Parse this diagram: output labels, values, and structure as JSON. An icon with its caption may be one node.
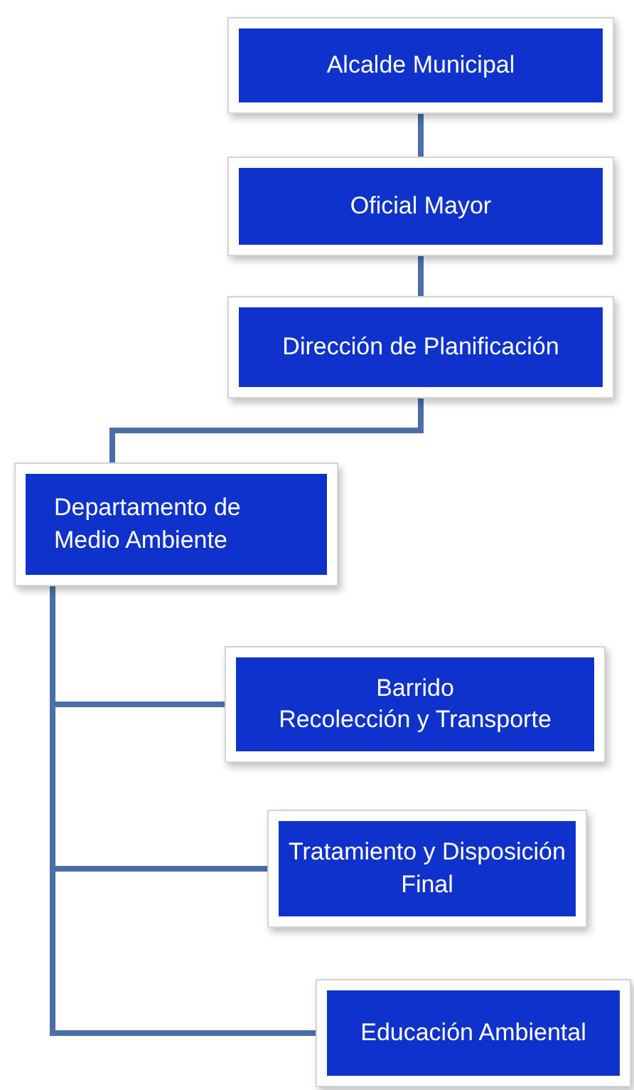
{
  "diagram": {
    "nodes": [
      {
        "text": [
          "Alcalde Municipal"
        ]
      },
      {
        "text": [
          "Oficial Mayor"
        ]
      },
      {
        "text": [
          "Dirección de Planificación"
        ]
      },
      {
        "text": [
          "Departamento de Medio Ambiente"
        ]
      },
      {
        "text": [
          "Barrido",
          "Recolección y Transporte"
        ]
      },
      {
        "text": [
          "Tratamiento y Disposición Final"
        ]
      },
      {
        "text": [
          "Educación Ambiental"
        ]
      }
    ],
    "edges": [
      {
        "from": 0,
        "to": 1,
        "arrow": "none"
      },
      {
        "from": 1,
        "to": 2,
        "arrow": "none"
      },
      {
        "from": 2,
        "to": 3,
        "arrow": "none"
      },
      {
        "from": 3,
        "to": 4,
        "arrow": "none"
      },
      {
        "from": 3,
        "to": 5,
        "arrow": "none"
      },
      {
        "from": 3,
        "to": 6,
        "arrow": "none"
      }
    ]
  }
}
